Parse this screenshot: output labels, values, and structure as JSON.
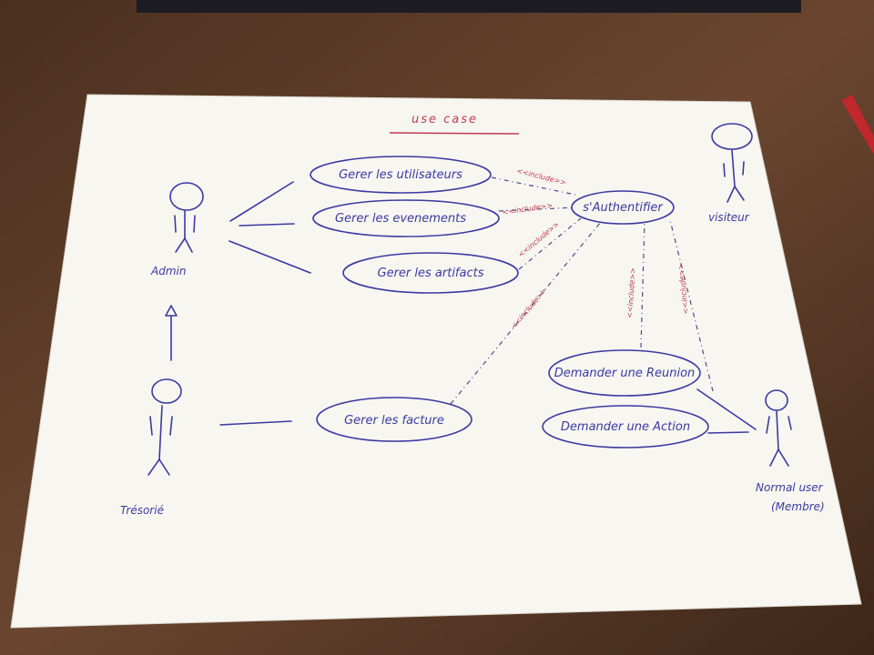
{
  "diagram": {
    "title": "use case",
    "colors": {
      "ink": "#3b3aa0",
      "stereotype": "#c23b4e",
      "paper": "#f7f6f1",
      "table": "#5a3b26"
    },
    "actors": {
      "admin": "Admin",
      "tresorie": "Trésorié",
      "visiteur": "visiteur",
      "normal_user_line1": "Normal user",
      "normal_user_line2": "(Membre)"
    },
    "use_cases": {
      "gerer_utilisateurs": "Gerer les utilisateurs",
      "gerer_evenements": "Gerer les evenements",
      "gerer_artifacts": "Gerer les artifacts",
      "authentifier": "s'Authentifier",
      "gerer_facture": "Gerer les facture",
      "demander_reunion": "Demander une Reunion",
      "demander_action": "Demander une Action"
    },
    "stereotype": "<<include>>"
  }
}
